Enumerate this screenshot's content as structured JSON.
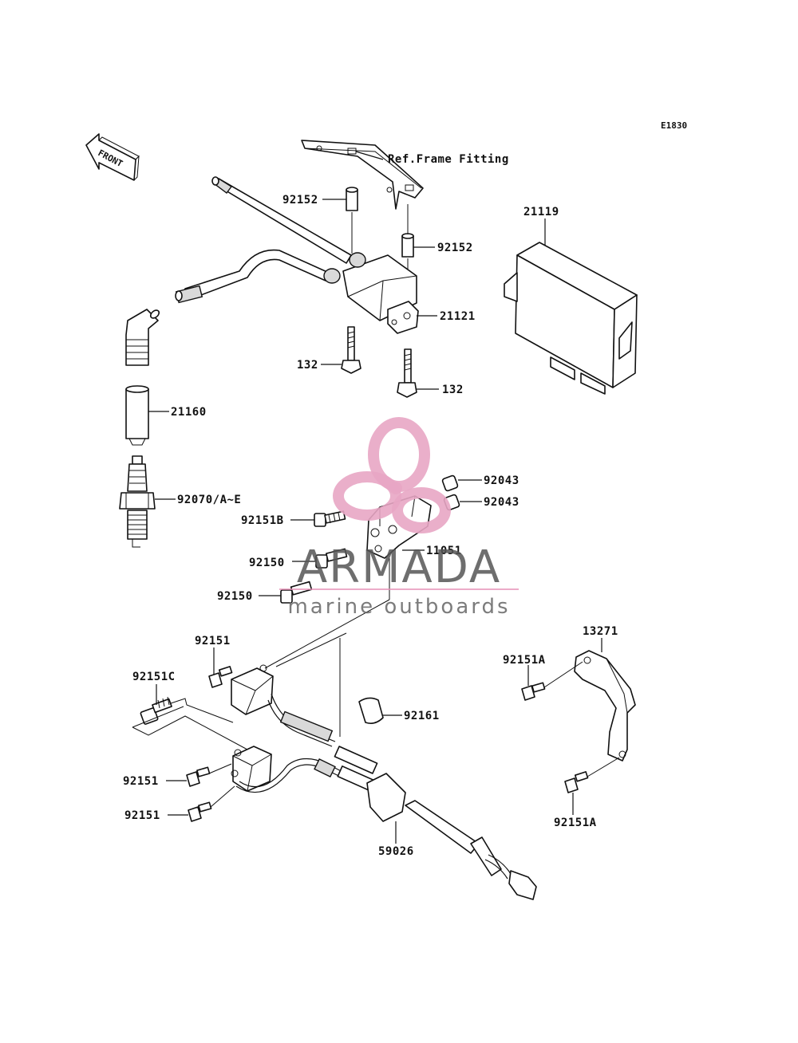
{
  "diagram_code": "E1830",
  "front_label": "FRONT",
  "ref_note": "Ref.Frame Fitting",
  "labels": {
    "p92152_top": "92152",
    "p92152_right": "92152",
    "p21119": "21119",
    "p21121": "21121",
    "p132_left": "132",
    "p132_right": "132",
    "p21160": "21160",
    "p92070": "92070/A~E",
    "p92043_top": "92043",
    "p92043_bottom": "92043",
    "p92151B": "92151B",
    "p11051": "11051",
    "p92150_top": "92150",
    "p92150_bottom": "92150",
    "p92151_top": "92151",
    "p13271": "13271",
    "p92151A_top": "92151A",
    "p92151C": "92151C",
    "p92161": "92161",
    "p92151_mid": "92151",
    "p92151_bottom": "92151",
    "p59026": "59026",
    "p92151A_bottom": "92151A"
  },
  "watermark": {
    "brand": "ARMADA",
    "tagline": "marine outboards",
    "logo_color": "#e8a6c4",
    "line_color": "#e58fb5"
  }
}
